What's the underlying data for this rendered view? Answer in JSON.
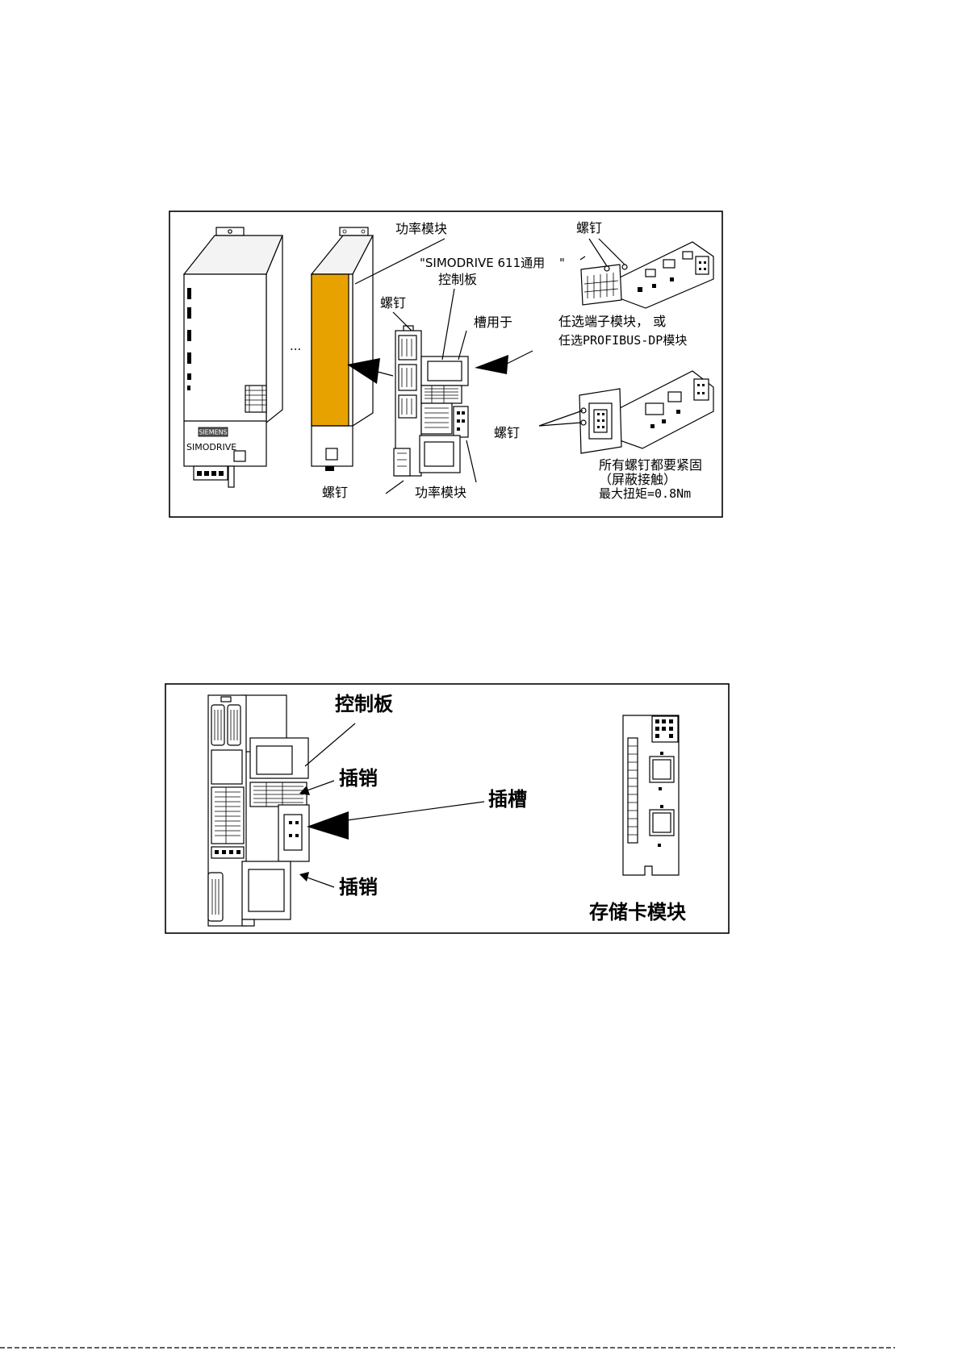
{
  "figure_1": {
    "power_module_label_top": "功率模块",
    "control_board_name_line1": "\"SIMODRIVE 611通用",
    "control_board_name_close_quote": "\"",
    "control_board_name_line2": "控制板",
    "screw_label_control_board": "螺钉",
    "slot_for_label": "槽用于",
    "screw_label_top_right": "螺钉",
    "option_terminal_module": "任选端子模块， 或",
    "option_profibus_module": "任选PROFIBUS-DP模块",
    "screw_label_right": "螺钉",
    "tighten_note_line1": "所有螺钉都要紧固",
    "tighten_note_line2": "（屏蔽接触）",
    "tighten_note_line3": "最大扭矩=0.8Nm",
    "screw_label_bottom": "螺钉",
    "power_module_label_bottom": "功率模块",
    "more_units_ellipsis": "...",
    "unit_brand_badge": "SIEMENS",
    "unit_model_name": "SIMODRIVE",
    "power_module_panel_color": "#E8A200"
  },
  "figure_2": {
    "control_board_label": "控制板",
    "pin_label_upper": "插销",
    "slot_label": "插槽",
    "pin_label_lower": "插销",
    "memory_card_module_label": "存储卡模块"
  }
}
